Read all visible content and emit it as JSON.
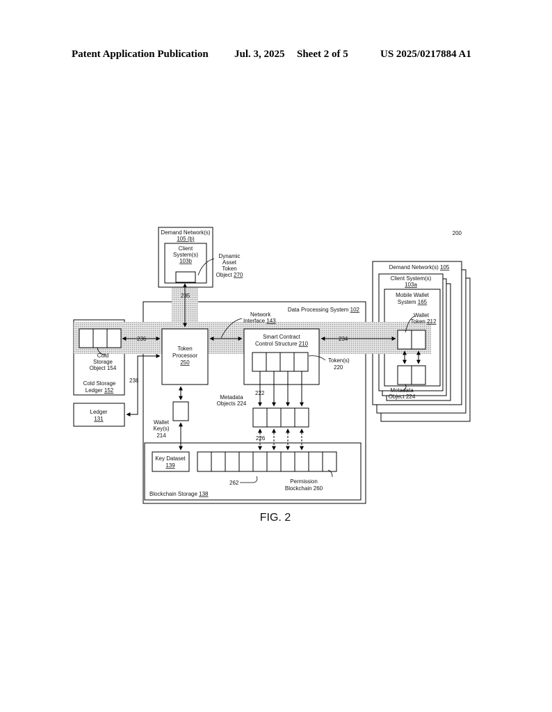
{
  "header": {
    "publication": "Patent Application Publication",
    "date": "Jul. 3, 2025",
    "sheet": "Sheet 2 of 5",
    "number": "US 2025/0217884 A1"
  },
  "figure": {
    "ref": "200",
    "caption": "FIG. 2",
    "dn_b_line1": "Demand Network(s)",
    "dn_b_line2": "105 (b)",
    "cs_b_line1": "Client",
    "cs_b_line2": "System(s)",
    "cs_b_line3": "103b",
    "dato_line1": "Dynamic",
    "dato_line2": "Asset",
    "dato_line3": "Token",
    "dato_line4_text": "Object ",
    "dato_line4_num": "270",
    "label_235": "235",
    "dps_text": "Data Processing System ",
    "dps_num": "102",
    "ni_line1": "Network",
    "ni_text": "Interface ",
    "ni_num": "143",
    "tp_line1": "Token",
    "tp_line2": "Processor",
    "tp_num": "250",
    "sc_line1": "Smart Contract",
    "sc_text": "Control Structure ",
    "sc_num": "210",
    "label_236": "236",
    "label_234": "234",
    "label_238": "238",
    "cso_line1": "Cold",
    "cso_line2": "Storage",
    "cso_line3": "Object 154",
    "csl_line1": "Cold Storage",
    "csl_text": "Ledger ",
    "csl_num": "152",
    "ledger_text": "Ledger",
    "ledger_num": "131",
    "tokens_line1": "Token(s)",
    "tokens_line2": "220",
    "label_222": "222",
    "mo_line1": "Metadata",
    "mo_line2": "Objects 224",
    "wk_line1": "Wallet",
    "wk_line2": "Key(s)",
    "wk_line3": "214",
    "label_226": "226",
    "kd_line1": "Key Dataset",
    "kd_num": "139",
    "label_262": "262",
    "pb_line1": "Permission",
    "pb_line2": "Blockchain 260",
    "bs_text": "Blockchain Storage ",
    "bs_num": "138",
    "dn_a_text": "Demand Network(s) ",
    "dn_a_num": "105",
    "cs_a_line1": "Client System(s)",
    "cs_a_num": "103a",
    "mw_line1": "Mobile Wallet",
    "mw_text": "System ",
    "mw_num": "165",
    "wt_line1": "Wallet",
    "wt_text": "Token ",
    "wt_num": "212",
    "md_line1": "Metadata",
    "md_line2": "Object 224"
  }
}
